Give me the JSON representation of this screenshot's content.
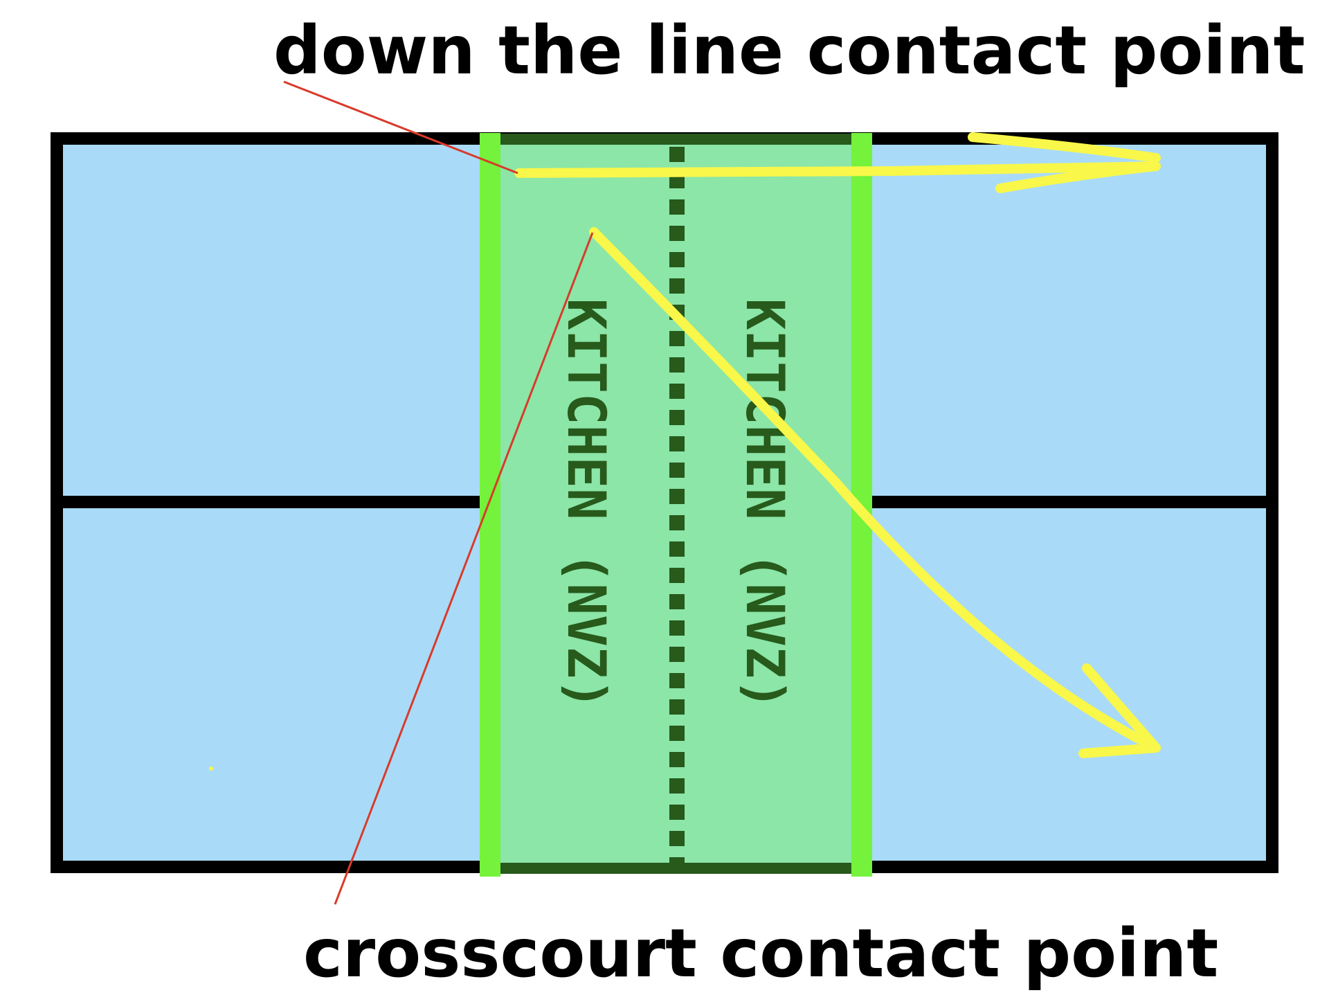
{
  "labels": {
    "top_annotation": "down the line contact point",
    "bottom_annotation": "crosscourt contact point",
    "kitchen_left": "KITCHEN (NVZ)",
    "kitchen_right": "KITCHEN (NVZ)"
  },
  "colors": {
    "background": "#ffffff",
    "court_fill": "#a9dbf8",
    "court_lines": "#000000",
    "kitchen_fill": "#8be6a8",
    "kitchen_edges": "#74f23c",
    "kitchen_outline": "#275a1b",
    "net_line": "#275a1b",
    "kitchen_text": "#275a1b",
    "shot_path": "#f8f74a",
    "pointer_line": "#d93a2a"
  },
  "icons": {
    "shot_arrow": "yellow-arrow",
    "pointer": "red-leader-line"
  }
}
